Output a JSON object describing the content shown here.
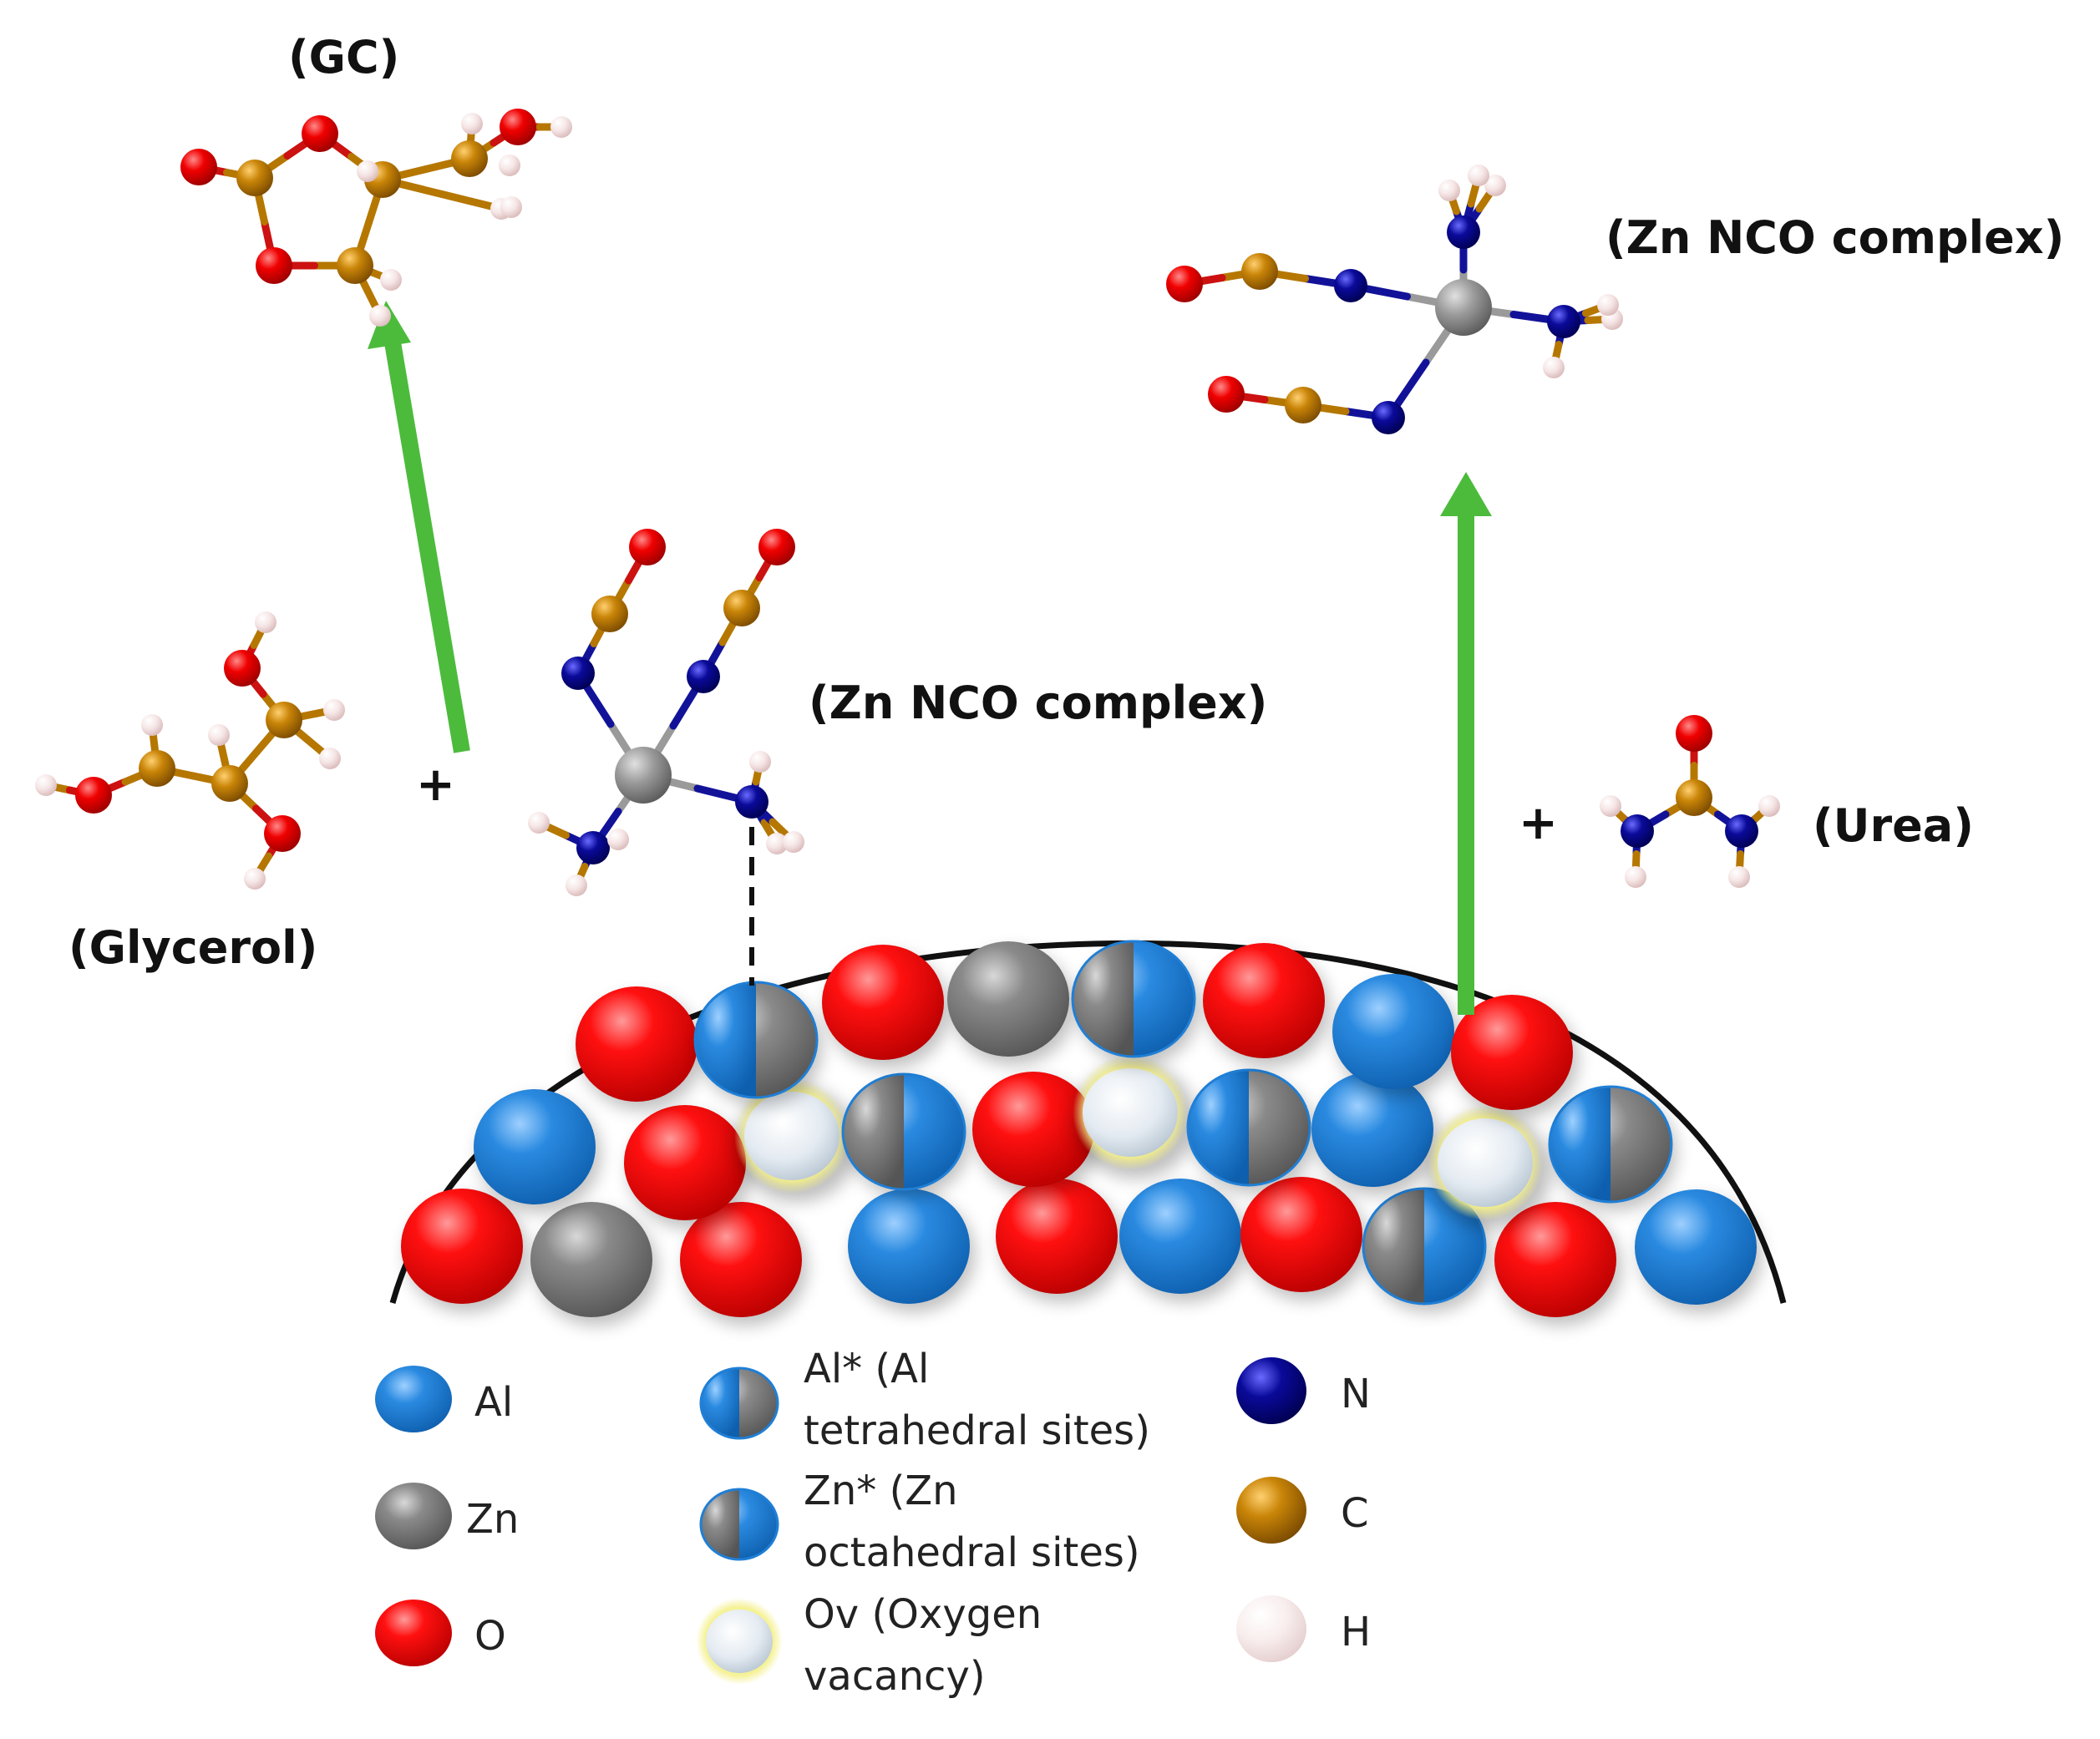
{
  "labels": {
    "gc": "(GC)",
    "glycerol": "(Glycerol)",
    "zn_nco_middle": "(Zn NCO complex)",
    "zn_nco_right": "(Zn NCO complex)",
    "urea": "(Urea)",
    "plus_left": "+",
    "plus_right": "+"
  },
  "legend": {
    "al": "Al",
    "zn": "Zn",
    "o": "O",
    "al_star_line1": "Al* (Al",
    "al_star_line2": "tetrahedral sites)",
    "zn_star_line1": "Zn* (Zn",
    "zn_star_line2": "octahedral sites)",
    "ov_line1": "Ov (Oxygen",
    "ov_line2": "vacancy)",
    "n": "N",
    "c": "C",
    "h": "H"
  },
  "colors": {
    "al": "#1f7fd6",
    "zn": "#888888",
    "o": "#ff0000",
    "ov": "#dde6ee",
    "n": "#0a0a8c",
    "c": "#c07a05",
    "h": "#f6dede",
    "arrow": "#4cbb3c"
  }
}
